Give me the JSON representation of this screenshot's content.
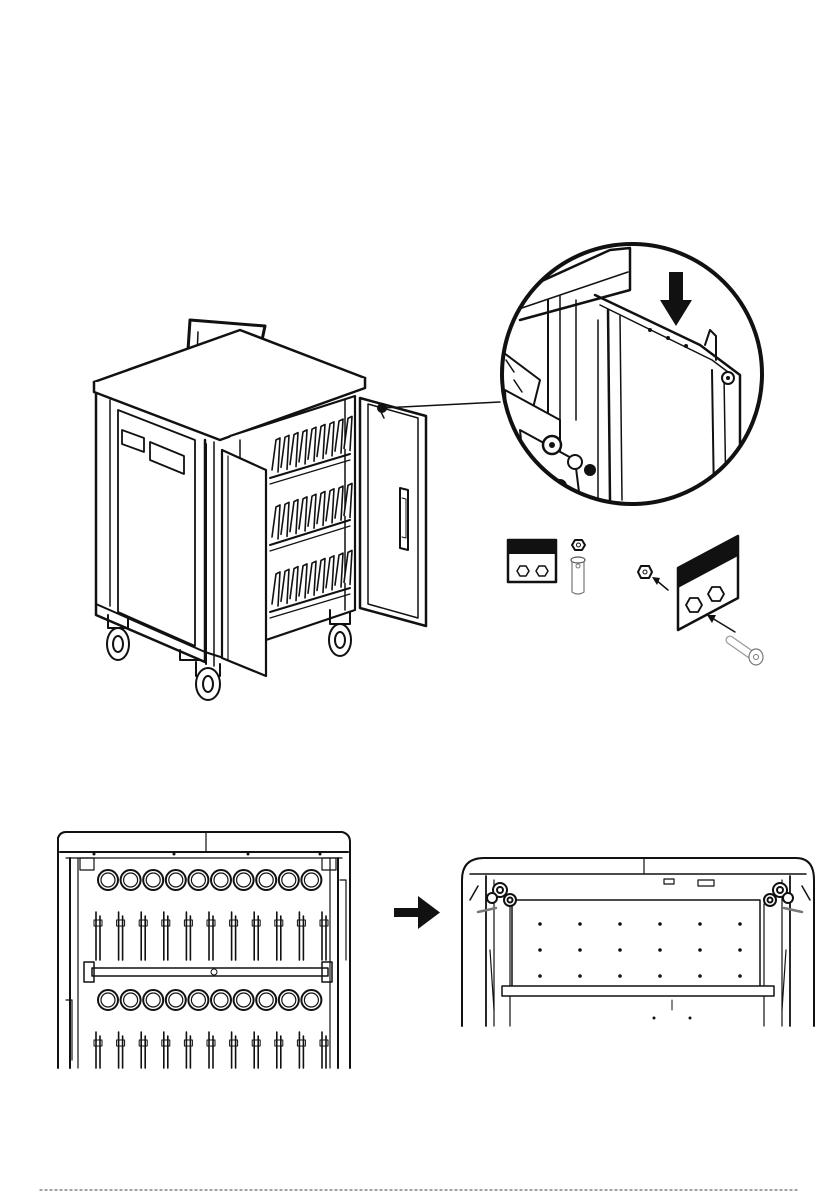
{
  "page": {
    "background": "#ffffff",
    "ink": "#111111",
    "shade": "#dcdcdc"
  },
  "figures": {
    "cart_overview": {
      "icon": "charging-cart-open-door"
    },
    "detail_callout": {
      "icon": "magnified-door-hinge-detail",
      "pointer": "down-arrow-icon"
    },
    "hardware_parts": [
      {
        "icon": "bracket-plate-small"
      },
      {
        "icon": "hex-nut"
      },
      {
        "icon": "flat-head-screw"
      },
      {
        "icon": "bracket-plate-large"
      }
    ],
    "top_rear_view": {
      "icon": "cart-interior-rear-view"
    },
    "step_arrow": {
      "icon": "right-arrow-icon"
    },
    "top_result_view": {
      "icon": "cart-top-interior-after"
    }
  }
}
